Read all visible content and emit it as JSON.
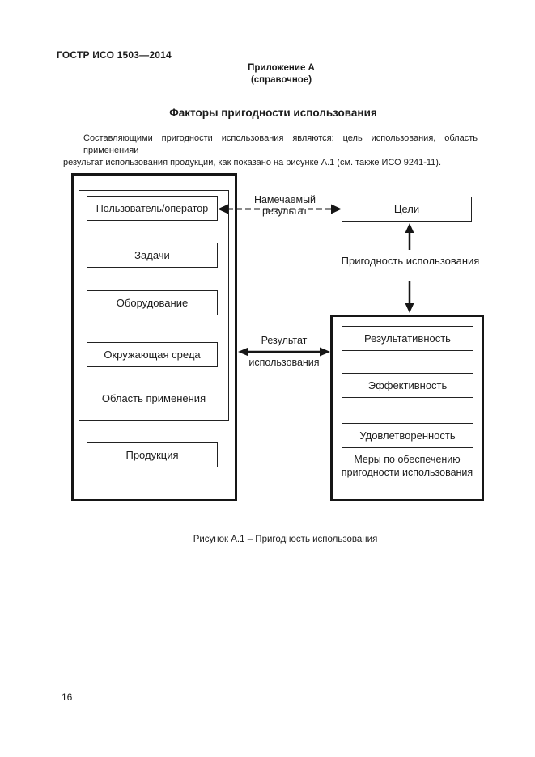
{
  "page": {
    "header": "ГОСТР ИСО 1503—2014",
    "annex_title": "Приложение А",
    "annex_subtitle": "(справочное)",
    "title": "Факторы пригодности использования",
    "paragraph_line1": "Составляющими пригодности использования являются: цель использования, область примененияи",
    "paragraph_line2": "результат использования продукции, как показано на рисунке А.1 (см. также ИСО 9241-11).",
    "caption": "Рисунок А.1 – Пригодность использования",
    "page_number": "16"
  },
  "diagram": {
    "context_items": [
      "Пользователь/оператор",
      "Задачи",
      "Оборудование",
      "Окружающая среда"
    ],
    "context_label": "Область применения",
    "product_label": "Продукция",
    "goals_label": "Цели",
    "intended_result_line1": "Намечаемый",
    "intended_result_line2": "результат",
    "usability_label": "Пригодность использования",
    "measures_items": [
      "Результативность",
      "Эффективность",
      "Удовлетворенность"
    ],
    "measures_label_line1": "Меры по обеспечению",
    "measures_label_line2": "пригодности использования",
    "usage_result_line1": "Результат",
    "usage_result_line2": "использования"
  }
}
